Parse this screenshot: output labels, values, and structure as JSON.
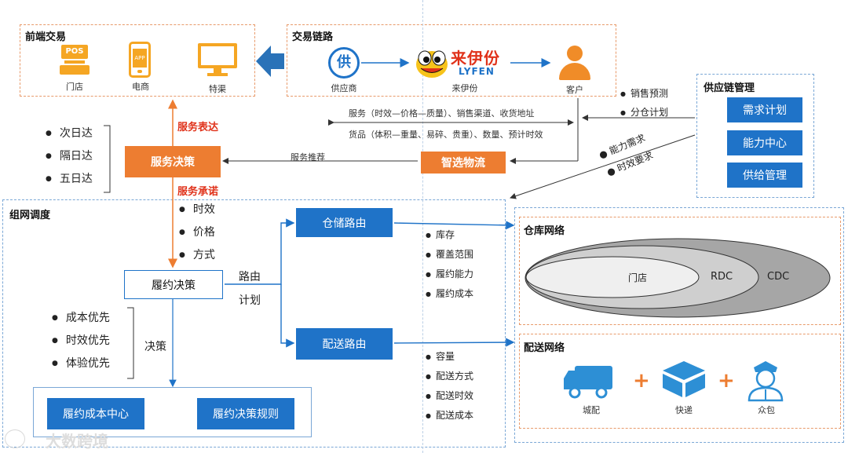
{
  "front": {
    "title": "前端交易",
    "pos_label": "POS",
    "app_label": "APP",
    "store": "门店",
    "ecommerce": "电商",
    "special": "特渠"
  },
  "trade": {
    "title": "交易链路",
    "supplier_glyph": "供",
    "supplier": "供应商",
    "brand_cn": "来伊份",
    "brand_en": "LYFEN",
    "laiyifen": "来伊份",
    "customer": "客户"
  },
  "info": {
    "service_line": "服务（时效—价格—质量）、销售渠道、收货地址",
    "goods_line": "货品（体积—重量、易碎、贵重）、数量、预计时效",
    "recommend": "服务推荐"
  },
  "supply": {
    "title": "供应链管理",
    "bullets": [
      "销售预测",
      "分仓计划"
    ],
    "buttons": [
      "需求计划",
      "能力中心",
      "供给管理"
    ],
    "diag_bullets": [
      "能力需求",
      "时效要求"
    ]
  },
  "service": {
    "express_label": "服务表达",
    "decision": "服务决策",
    "promise_label": "服务承诺",
    "smart_logistics": "智选物流",
    "delivery_options": [
      "次日达",
      "隔日达",
      "五日达"
    ]
  },
  "network": {
    "title": "组网调度",
    "promise_items": [
      "时效",
      "价格",
      "方式"
    ],
    "fulfill_decision": "履约决策",
    "route_plan_1": "路由",
    "route_plan_2": "计划",
    "storage_route": "仓储路由",
    "delivery_route": "配送路由",
    "storage_items": [
      "库存",
      "覆盖范围",
      "履约能力",
      "履约成本"
    ],
    "delivery_items": [
      "容量",
      "配送方式",
      "配送时效",
      "配送成本"
    ],
    "priorities": [
      "成本优先",
      "时效优先",
      "体验优先"
    ],
    "decision_label": "决策",
    "cost_center": "履约成本中心",
    "decision_rules": "履约决策规则"
  },
  "warehouse": {
    "title": "仓库网络",
    "store": "门店",
    "rdc": "RDC",
    "cdc": "CDC"
  },
  "distribution": {
    "title": "配送网络",
    "plus": "+",
    "city": "城配",
    "express": "快递",
    "crowd": "众包"
  },
  "watermark": "大数跨境",
  "colors": {
    "orange": "#ed7d31",
    "blue": "#1f73c8",
    "red": "#e0321a",
    "dashed_orange": "#e89a6a",
    "dashed_blue": "#7aa7d6"
  }
}
